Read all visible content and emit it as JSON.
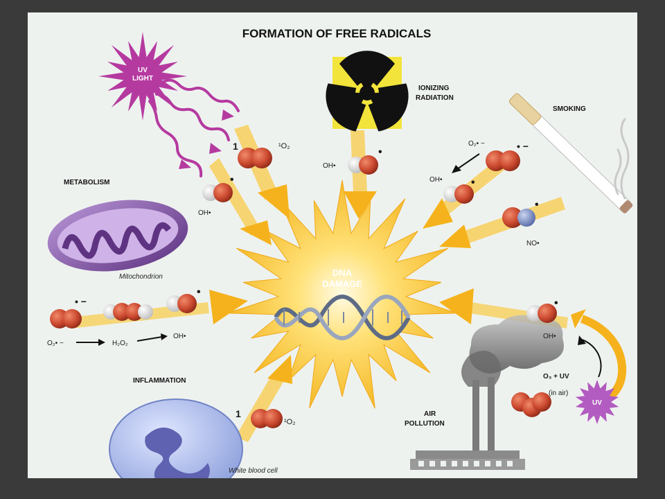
{
  "title": "FORMATION OF FREE RADICALS",
  "center": {
    "line1": "DNA",
    "line2": "DAMAGE"
  },
  "sources": {
    "uv": {
      "line1": "UV",
      "line2": "LIGHT"
    },
    "ionizing": {
      "line1": "IONIZING",
      "line2": "RADIATION"
    },
    "smoking": "SMOKING",
    "metabolism": "METABOLISM",
    "mitochondrion": "Mitochondrion",
    "inflammation": "INFLAMMATION",
    "white_blood_cell": "White blood cell",
    "air_pollution": {
      "line1": "AIR",
      "line2": "POLLUTION"
    },
    "uv_small": "UV"
  },
  "species": {
    "singlet_oxygen": "¹O₂",
    "hydroxyl": "OH•",
    "superoxide": "O₂• −",
    "nitric_oxide": "NO•",
    "hydrogen_peroxide": "H₂O₂",
    "ozone_uv": "O₃  +  UV",
    "in_air": "(in air)",
    "one": "1",
    "dot": "•",
    "dot_minus": "• −"
  },
  "colors": {
    "arrow": "#f5b21c",
    "burst": "#f7c52a",
    "oxygen": "#cc4a30",
    "hydrogen": "#f2f2f2",
    "nitrogen": "#7f95c8",
    "uv_burst": "#b53aa0",
    "mito": "#7f4f9e",
    "cell": "#8fa0d8",
    "radiation_bg": "#f2e43a"
  }
}
